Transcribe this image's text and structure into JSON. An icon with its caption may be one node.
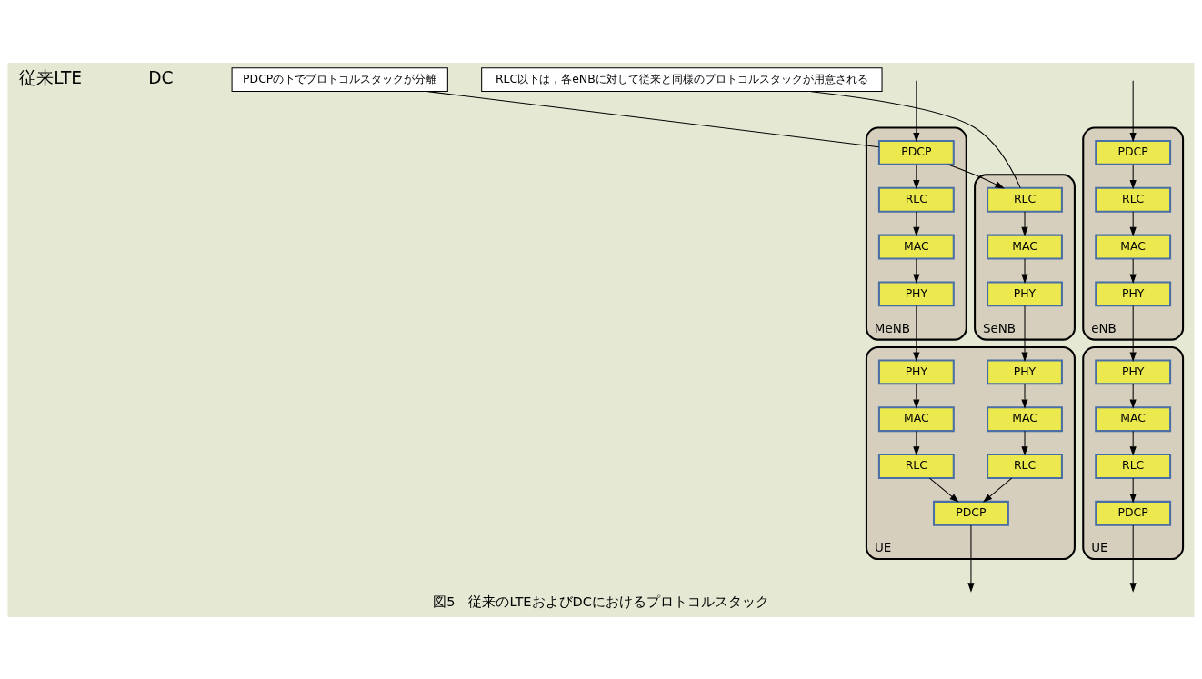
{
  "diagram": {
    "caption": "図5　従来のLTEおよびDCにおけるプロトコルスタック",
    "nodes": [
      {
        "text": [
          "eNB"
        ]
      },
      {
        "text": [
          "PDCP"
        ],
        "in": 0
      },
      {
        "text": [
          "RLC"
        ],
        "in": 0
      },
      {
        "text": [
          "MAC"
        ],
        "in": 0
      },
      {
        "text": [
          "PHY"
        ],
        "in": 0
      },
      {
        "text": [
          "UE"
        ]
      },
      {
        "text": [
          "PHY"
        ],
        "in": 5
      },
      {
        "text": [
          "MAC"
        ],
        "in": 5
      },
      {
        "text": [
          "RLC"
        ],
        "in": 5
      },
      {
        "text": [
          "PDCP"
        ],
        "in": 5
      },
      {
        "text": [
          "MeNB"
        ]
      },
      {
        "text": [
          "PDCP"
        ],
        "in": 10
      },
      {
        "text": [
          "RLC"
        ],
        "in": 10
      },
      {
        "text": [
          "MAC"
        ],
        "in": 10
      },
      {
        "text": [
          "PHY"
        ],
        "in": 10
      },
      {
        "text": [
          "SeNB"
        ]
      },
      {
        "text": [
          "RLC"
        ],
        "in": 15
      },
      {
        "text": [
          "MAC"
        ],
        "in": 15
      },
      {
        "text": [
          "PHY"
        ],
        "in": 15
      },
      {
        "text": [
          "UE"
        ]
      },
      {
        "text": [
          "PHY"
        ],
        "in": 19
      },
      {
        "text": [
          "MAC"
        ],
        "in": 19
      },
      {
        "text": [
          "RLC"
        ],
        "in": 19
      },
      {
        "text": [
          "PDCP"
        ],
        "in": 19
      },
      {
        "text": [
          "PHY"
        ],
        "in": 19
      },
      {
        "text": [
          "MAC"
        ],
        "in": 19
      },
      {
        "text": [
          "RLC"
        ],
        "in": 19
      },
      {
        "text": [
          "PDCPの下でプロトコルスタックが分離"
        ]
      },
      {
        "text": [
          "RLC以下は，各eNBに対して従来と同様のプロトコルスタックが用意される"
        ]
      }
    ],
    "edges": [
      {
        "from": null,
        "to": 1,
        "arrow": "to"
      },
      {
        "from": 1,
        "to": 2,
        "arrow": "to"
      },
      {
        "from": 2,
        "to": 3,
        "arrow": "to"
      },
      {
        "from": 3,
        "to": 4,
        "arrow": "to"
      },
      {
        "from": 4,
        "to": 6,
        "arrow": "to"
      },
      {
        "from": 6,
        "to": 7,
        "arrow": "to"
      },
      {
        "from": 7,
        "to": 8,
        "arrow": "to"
      },
      {
        "from": 8,
        "to": 9,
        "arrow": "to"
      },
      {
        "from": 9,
        "to": null,
        "arrow": "to"
      },
      {
        "from": null,
        "to": 11,
        "arrow": "to"
      },
      {
        "from": 11,
        "to": 12,
        "arrow": "to"
      },
      {
        "from": 11,
        "to": 16,
        "arrow": "to"
      },
      {
        "from": 12,
        "to": 13,
        "arrow": "to"
      },
      {
        "from": 13,
        "to": 14,
        "arrow": "to"
      },
      {
        "from": 14,
        "to": 20,
        "arrow": "to"
      },
      {
        "from": 16,
        "to": 17,
        "arrow": "to"
      },
      {
        "from": 17,
        "to": 18,
        "arrow": "to"
      },
      {
        "from": 18,
        "to": 24,
        "arrow": "to"
      },
      {
        "from": 20,
        "to": 21,
        "arrow": "to"
      },
      {
        "from": 21,
        "to": 22,
        "arrow": "to"
      },
      {
        "from": 22,
        "to": 23,
        "arrow": "to"
      },
      {
        "from": 24,
        "to": 25,
        "arrow": "to"
      },
      {
        "from": 25,
        "to": 26,
        "arrow": "to"
      },
      {
        "from": 26,
        "to": 23,
        "arrow": "to"
      },
      {
        "from": 23,
        "to": null,
        "arrow": "to"
      },
      {
        "from": 27,
        "to": 11,
        "arrow": "none"
      },
      {
        "from": 28,
        "to": 16,
        "arrow": "none"
      }
    ],
    "labels": [
      "従来LTE",
      "DC"
    ]
  }
}
